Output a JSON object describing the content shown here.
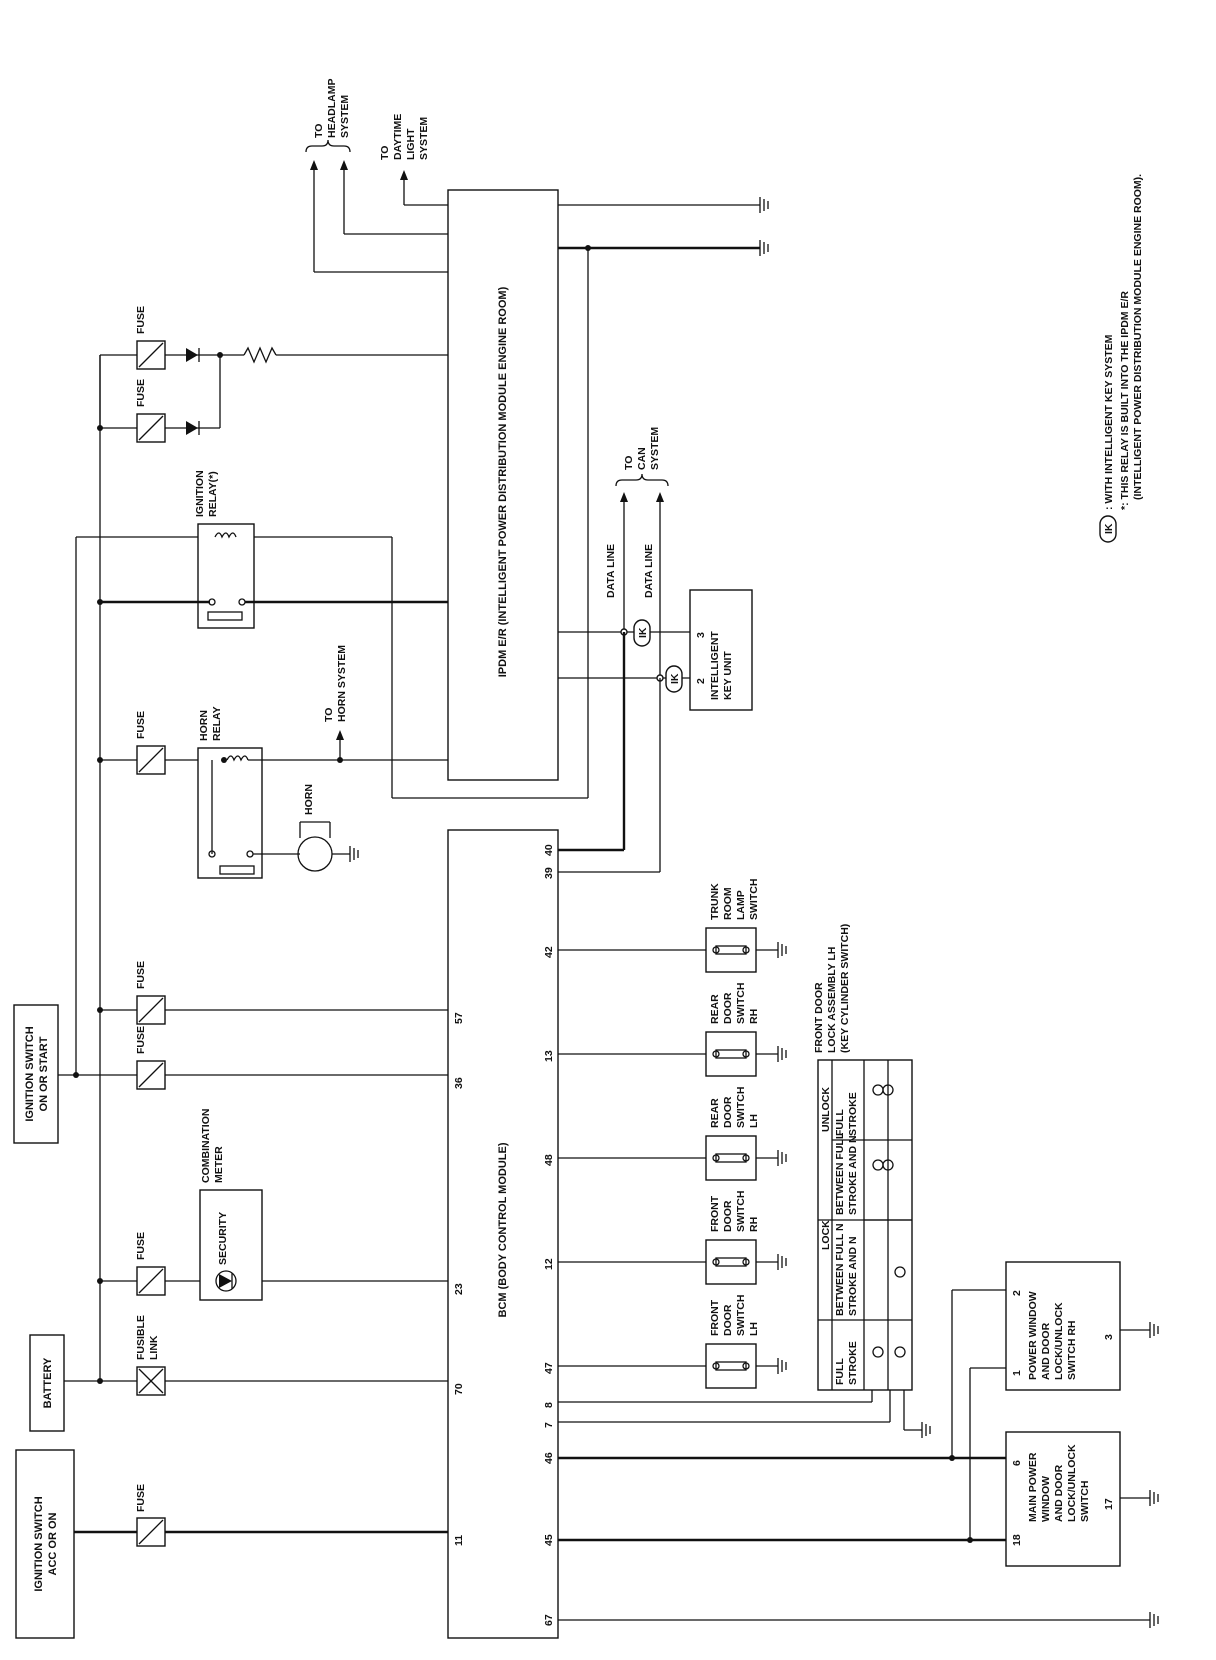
{
  "ign_acc": [
    "IGNITION SWITCH",
    "ACC OR ON"
  ],
  "battery": "BATTERY",
  "ign_on": [
    "IGNITION SWITCH",
    "ON OR START"
  ],
  "fuse": "FUSE",
  "fusible_link": [
    "FUSIBLE",
    "LINK"
  ],
  "combination_meter": [
    "COMBINATION",
    "METER"
  ],
  "security": "SECURITY",
  "horn_relay": [
    "HORN",
    "RELAY"
  ],
  "horn": "HORN",
  "ignition_relay": [
    "IGNITION",
    "RELAY(*)"
  ],
  "to_horn": [
    "TO",
    "HORN SYSTEM"
  ],
  "to_headlamp": [
    "TO",
    "HEADLAMP",
    "SYSTEM"
  ],
  "to_daytime": [
    "TO",
    "DAYTIME",
    "LIGHT",
    "SYSTEM"
  ],
  "to_can": [
    "TO",
    "CAN",
    "SYSTEM"
  ],
  "data_line": "DATA LINE",
  "ipdm": "IPDM E/R (INTELLIGENT POWER DISTRIBUTION MODULE ENGINE ROOM)",
  "bcm": "BCM (BODY CONTROL MODULE)",
  "ik": "IK",
  "ik_unit": [
    "INTELLIGENT",
    "KEY UNIT"
  ],
  "ik_pins": [
    "2",
    "3"
  ],
  "bcm_pins": [
    "11",
    "70",
    "23",
    "36",
    "57",
    "39",
    "40",
    "67",
    "45",
    "46",
    "7",
    "8",
    "47",
    "12",
    "48",
    "13",
    "42"
  ],
  "front_door_lh": [
    "FRONT",
    "DOOR",
    "SWITCH",
    "LH"
  ],
  "front_door_rh": [
    "FRONT",
    "DOOR",
    "SWITCH",
    "RH"
  ],
  "rear_door_lh": [
    "REAR",
    "DOOR",
    "SWITCH",
    "LH"
  ],
  "rear_door_rh": [
    "REAR",
    "DOOR",
    "SWITCH",
    "RH"
  ],
  "trunk": [
    "TRUNK",
    "ROOM",
    "LAMP",
    "SWITCH"
  ],
  "lock_assembly": [
    "FRONT DOOR",
    "LOCK ASSEMBLY LH",
    "(KEY CYLINDER SWITCH)"
  ],
  "lock_table": {
    "lock": "LOCK",
    "unlock": "UNLOCK",
    "full_stroke": [
      "FULL",
      "STROKE"
    ],
    "between_lock": [
      "BETWEEN FULL N",
      "STROKE AND N"
    ],
    "between_unlock": [
      "BETWEEN FULL",
      "STROKE AND N"
    ],
    "full_stroke_unlock": [
      "FULL",
      "STROKE"
    ]
  },
  "main_pw": [
    "MAIN POWER",
    "WINDOW",
    "AND DOOR",
    "LOCK/UNLOCK",
    "SWITCH"
  ],
  "main_pw_pins": [
    "18",
    "6",
    "17"
  ],
  "pw_rh": [
    "POWER WINDOW",
    "AND DOOR",
    "LOCK/UNLOCK",
    "SWITCH RH"
  ],
  "pw_rh_pins": [
    "1",
    "2",
    "3"
  ],
  "legend_ik": ": WITH INTELLIGENT KEY SYSTEM",
  "legend_note": [
    "*: THIS RELAY IS BUILT INTO THE IPDM E/R",
    "(INTELLIGENT POWER DISTRIBUTION MODULE ENGINE ROOM)."
  ]
}
